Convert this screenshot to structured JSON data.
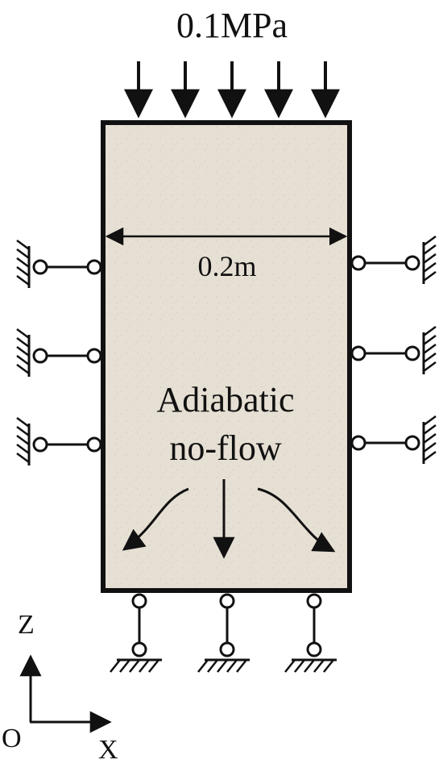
{
  "diagram": {
    "load_label": "0.1MPa",
    "width_label": "0.2m",
    "condition_line1": "Adiabatic",
    "condition_line2": "no-flow",
    "axis_z": "Z",
    "axis_x": "X",
    "origin": "O",
    "colors": {
      "specimen_fill": "#e6dfd3",
      "line": "#111111",
      "background": "#ffffff"
    },
    "icons": [
      "load-arrow-icon",
      "roller-support-icon",
      "fixed-ground-icon",
      "flow-arrow-icon"
    ]
  }
}
